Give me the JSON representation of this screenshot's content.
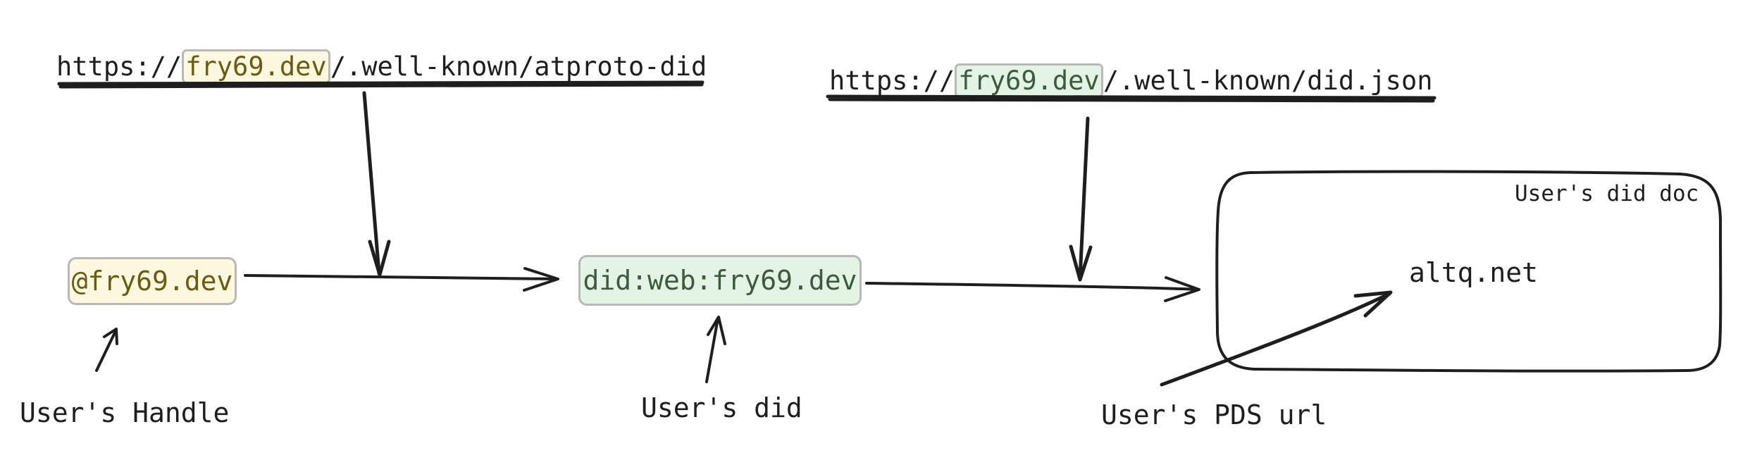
{
  "url_top_left": {
    "prefix": "https://",
    "domain": "fry69.dev",
    "suffix": "/.well-known/atproto-did"
  },
  "url_top_right": {
    "prefix": "https://",
    "domain": "fry69.dev",
    "suffix": "/.well-known/did.json"
  },
  "handle_box": {
    "text": "@fry69.dev"
  },
  "did_box": {
    "text": "did:web:fry69.dev"
  },
  "did_doc": {
    "title": "User's did doc",
    "pds": "altq.net"
  },
  "labels": {
    "handle": "User's Handle",
    "did": "User's did",
    "pds_url": "User's PDS url"
  },
  "colors": {
    "handle_highlight": "#fdf8df",
    "did_highlight": "#e3f3e4",
    "stroke": "#1e1e1e"
  }
}
